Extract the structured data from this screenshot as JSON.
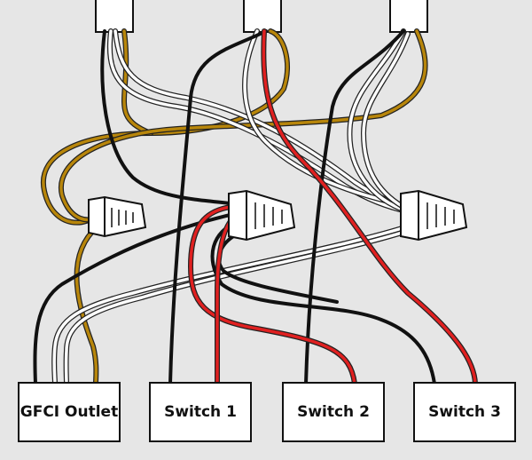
{
  "devices": [
    {
      "id": "gfci",
      "label": "GFCI Outlet"
    },
    {
      "id": "sw1",
      "label": "Switch 1"
    },
    {
      "id": "sw2",
      "label": "Switch 2"
    },
    {
      "id": "sw3",
      "label": "Switch 3"
    }
  ],
  "wire_colors": {
    "black": "#111111",
    "white": "#ffffff",
    "red": "#e02020",
    "ground": "#b8860b",
    "outline": "#222222"
  },
  "connector_color": "#ffffff",
  "background": "#e6e6e6"
}
